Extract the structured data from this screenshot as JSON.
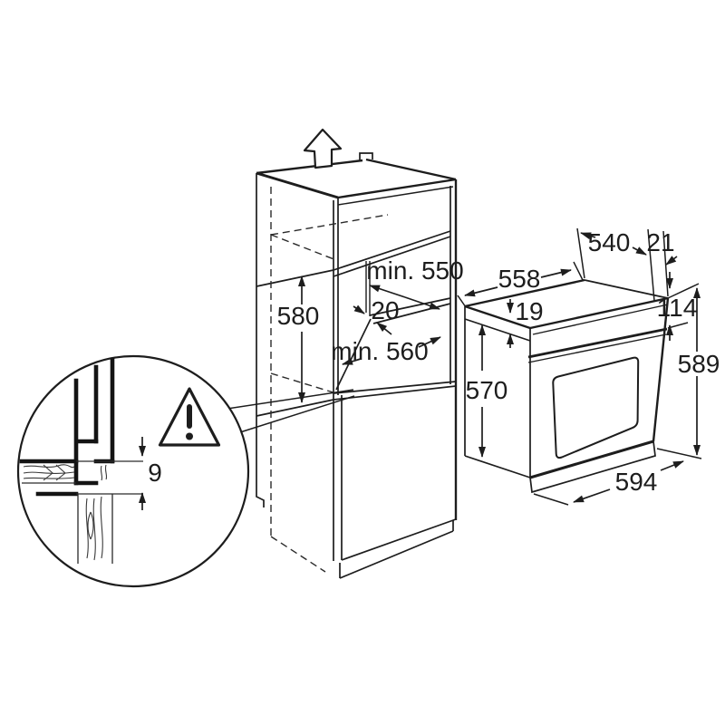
{
  "page": {
    "title": "Built-in oven installation drawing"
  },
  "colors": {
    "line": "#1d1d1d",
    "background": "#ffffff"
  },
  "cabinet_dims": {
    "niche_height": "580",
    "niche_depth": "min. 550",
    "rear_gap": "20",
    "niche_width": "min. 560"
  },
  "oven_dims": {
    "top_width": "558",
    "top_trim": "19",
    "body_depth": "540",
    "door_thickness": "21",
    "panel_height": "114",
    "body_height": "570",
    "overall_height": "589",
    "front_width": "594"
  },
  "detail_dims": {
    "gap": "9"
  },
  "icons": {
    "lift_arrow": "up-block-arrow",
    "warning": "warning-triangle-exclamation"
  }
}
